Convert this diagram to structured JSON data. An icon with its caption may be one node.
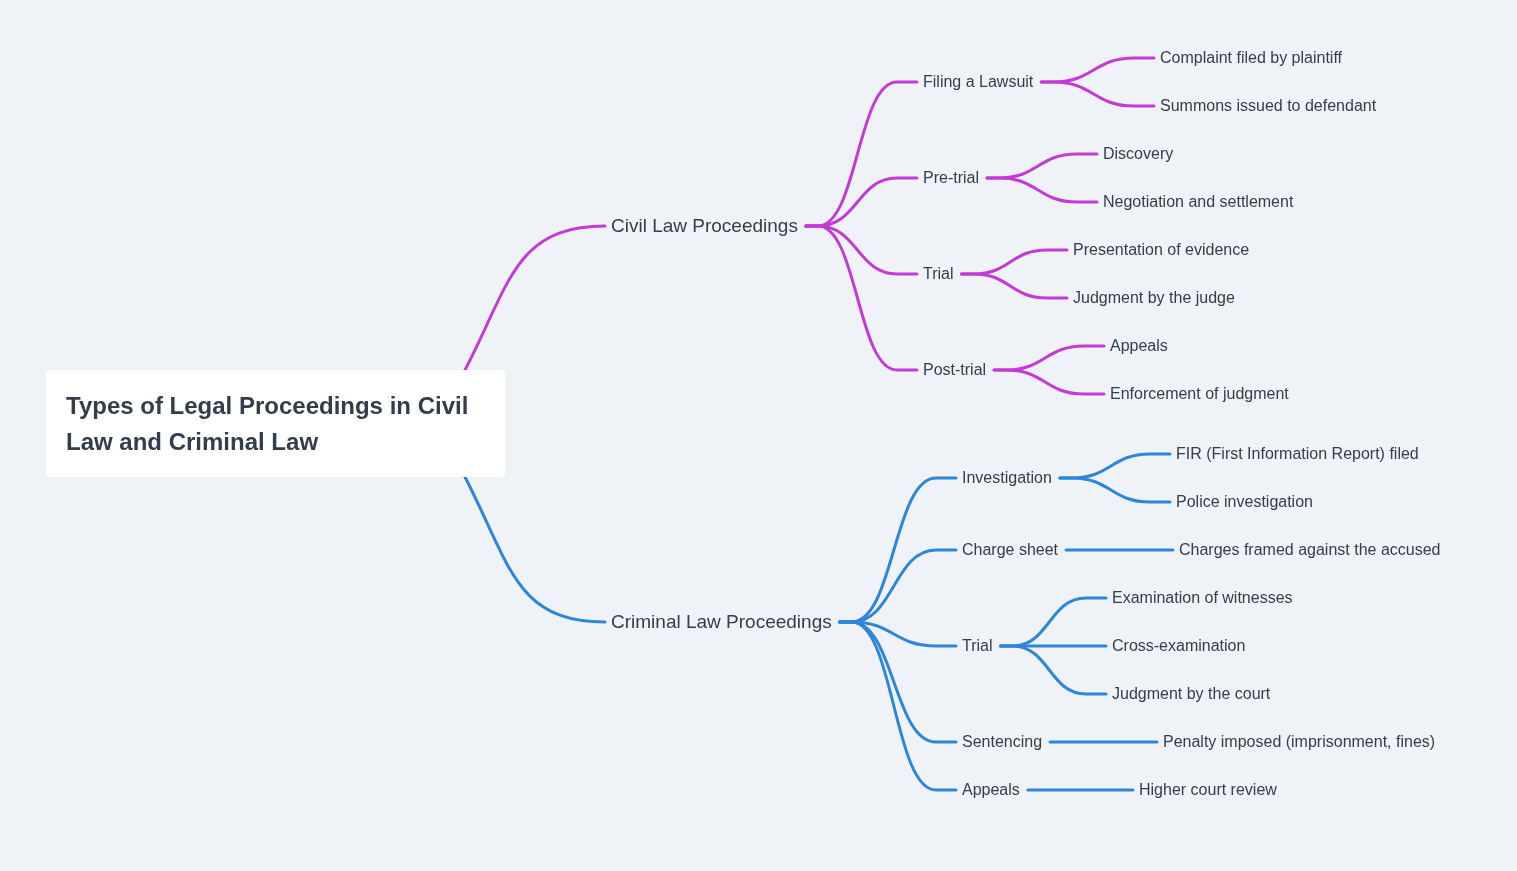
{
  "diagram": {
    "nodes": [
      {
        "text": [
          "Types of Legal Proceedings in Civil Law and Criminal Law"
        ]
      },
      {
        "text": [
          "Civil Law Proceedings"
        ]
      },
      {
        "text": [
          "Filing a Lawsuit"
        ]
      },
      {
        "text": [
          "Complaint filed by plaintiff"
        ]
      },
      {
        "text": [
          "Summons issued to defendant"
        ]
      },
      {
        "text": [
          "Pre-trial"
        ]
      },
      {
        "text": [
          "Discovery"
        ]
      },
      {
        "text": [
          "Negotiation and settlement"
        ]
      },
      {
        "text": [
          "Trial"
        ]
      },
      {
        "text": [
          "Presentation of evidence"
        ]
      },
      {
        "text": [
          "Judgment by the judge"
        ]
      },
      {
        "text": [
          "Post-trial"
        ]
      },
      {
        "text": [
          "Appeals"
        ]
      },
      {
        "text": [
          "Enforcement of judgment"
        ]
      },
      {
        "text": [
          "Criminal Law Proceedings"
        ]
      },
      {
        "text": [
          "Investigation"
        ]
      },
      {
        "text": [
          "FIR (First Information Report) filed"
        ]
      },
      {
        "text": [
          "Police investigation"
        ]
      },
      {
        "text": [
          "Charge sheet"
        ]
      },
      {
        "text": [
          "Charges framed against the accused"
        ]
      },
      {
        "text": [
          "Trial"
        ]
      },
      {
        "text": [
          "Examination of witnesses"
        ]
      },
      {
        "text": [
          "Cross-examination"
        ]
      },
      {
        "text": [
          "Judgment by the court"
        ]
      },
      {
        "text": [
          "Sentencing"
        ]
      },
      {
        "text": [
          "Penalty imposed (imprisonment, fines)"
        ]
      },
      {
        "text": [
          "Appeals"
        ]
      },
      {
        "text": [
          "Higher court review"
        ]
      }
    ],
    "edges": [
      {
        "from": 0,
        "to": 1,
        "arrow": "none",
        "color": "#c23bd4"
      },
      {
        "from": 1,
        "to": 2,
        "arrow": "none",
        "color": "#c23bd4"
      },
      {
        "from": 2,
        "to": 3,
        "arrow": "none",
        "color": "#c23bd4"
      },
      {
        "from": 2,
        "to": 4,
        "arrow": "none",
        "color": "#c23bd4"
      },
      {
        "from": 1,
        "to": 5,
        "arrow": "none",
        "color": "#c23bd4"
      },
      {
        "from": 5,
        "to": 6,
        "arrow": "none",
        "color": "#c23bd4"
      },
      {
        "from": 5,
        "to": 7,
        "arrow": "none",
        "color": "#c23bd4"
      },
      {
        "from": 1,
        "to": 8,
        "arrow": "none",
        "color": "#c23bd4"
      },
      {
        "from": 8,
        "to": 9,
        "arrow": "none",
        "color": "#c23bd4"
      },
      {
        "from": 8,
        "to": 10,
        "arrow": "none",
        "color": "#c23bd4"
      },
      {
        "from": 1,
        "to": 11,
        "arrow": "none",
        "color": "#c23bd4"
      },
      {
        "from": 11,
        "to": 12,
        "arrow": "none",
        "color": "#c23bd4"
      },
      {
        "from": 11,
        "to": 13,
        "arrow": "none",
        "color": "#c23bd4"
      },
      {
        "from": 0,
        "to": 14,
        "arrow": "none",
        "color": "#2e86d8"
      },
      {
        "from": 14,
        "to": 15,
        "arrow": "none",
        "color": "#2e86d8"
      },
      {
        "from": 15,
        "to": 16,
        "arrow": "none",
        "color": "#2e86d8"
      },
      {
        "from": 15,
        "to": 17,
        "arrow": "none",
        "color": "#2e86d8"
      },
      {
        "from": 14,
        "to": 18,
        "arrow": "none",
        "color": "#2e86d8"
      },
      {
        "from": 18,
        "to": 19,
        "arrow": "none",
        "color": "#2e86d8"
      },
      {
        "from": 14,
        "to": 20,
        "arrow": "none",
        "color": "#2e86d8"
      },
      {
        "from": 20,
        "to": 21,
        "arrow": "none",
        "color": "#2e86d8"
      },
      {
        "from": 20,
        "to": 22,
        "arrow": "none",
        "color": "#2e86d8"
      },
      {
        "from": 20,
        "to": 23,
        "arrow": "none",
        "color": "#2e86d8"
      },
      {
        "from": 14,
        "to": 24,
        "arrow": "none",
        "color": "#2e86d8"
      },
      {
        "from": 24,
        "to": 25,
        "arrow": "none",
        "color": "#2e86d8"
      },
      {
        "from": 14,
        "to": 26,
        "arrow": "none",
        "color": "#2e86d8"
      },
      {
        "from": 26,
        "to": 27,
        "arrow": "none",
        "color": "#2e86d8"
      }
    ]
  }
}
